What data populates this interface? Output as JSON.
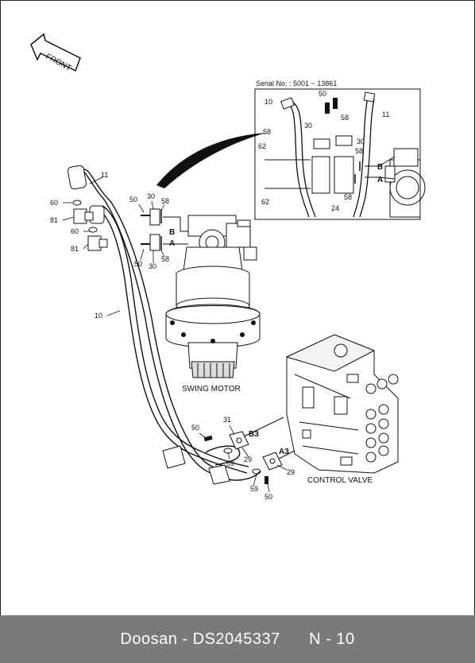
{
  "diagram": {
    "direction_label": "FRONT",
    "serial_note": "Serial No. : 5001 ~ 13861",
    "captions": {
      "swing_motor": "SWING MOTOR",
      "control_valve": "CONTROL VALVE"
    },
    "port_labels": {
      "b": "B",
      "a": "A",
      "b3": "B3",
      "a3": "A3",
      "inset_b": "B",
      "inset_a": "A"
    },
    "part_numbers": {
      "p11_main": "11",
      "p60_top": "60",
      "p81_top": "81",
      "p60_bottom": "60",
      "p81_bottom": "81",
      "p50_top": "50",
      "p30_top": "30",
      "p58_top": "58",
      "p50_bottom": "50",
      "p30_bottom": "30",
      "p58_bottom": "58",
      "p10_main": "10",
      "p50_cv_top": "50",
      "p31_cv": "31",
      "p59_cv_top": "59",
      "p29_cv_top": "29",
      "p29_cv_bottom": "29",
      "p59_cv_bottom": "59",
      "p50_cv_bottom": "50",
      "inset_10": "10",
      "inset_50": "50",
      "inset_58_left": "58",
      "inset_30_left": "30",
      "inset_58_right": "58",
      "inset_30_right": "30",
      "inset_11": "11",
      "inset_62_top": "62",
      "inset_58_lower": "58",
      "inset_62_bottom": "62",
      "inset_58_bottom": "58",
      "inset_24": "24"
    }
  },
  "footer": {
    "brand": "Doosan",
    "separator": " - ",
    "part_code": "DS2045337",
    "page_ref": "N - 10"
  }
}
